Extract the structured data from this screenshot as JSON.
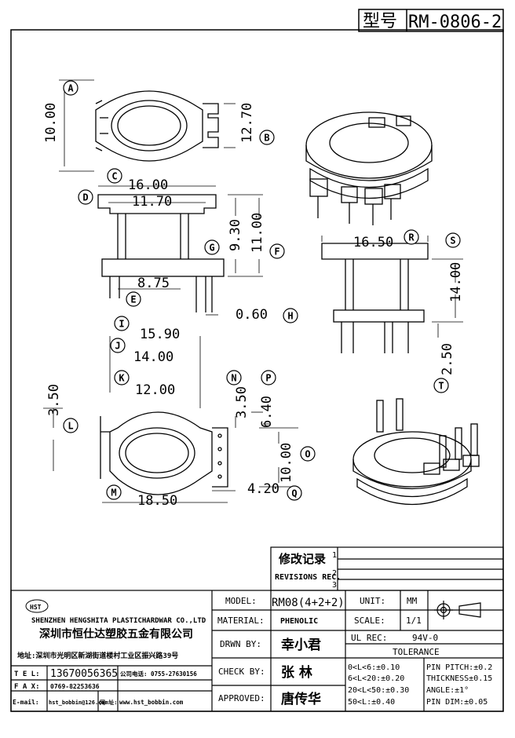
{
  "header": {
    "model_prefix": "型号",
    "model_code": "RM-0806-2"
  },
  "dimensions": {
    "d_10_00_a": "10.00",
    "d_12_70": "12.70",
    "d_16_00": "16.00",
    "d_11_70": "11.70",
    "d_9_30": "9.30",
    "d_11_00": "11.00",
    "d_8_75": "8.75",
    "d_0_60": "0.60",
    "d_16_50": "16.50",
    "d_14_00_v": "14.00",
    "d_2_50": "2.50",
    "d_15_90": "15.90",
    "d_14_00_h": "14.00",
    "d_12_00": "12.00",
    "d_3_50_l": "3.50",
    "d_3_50_n": "3.50",
    "d_6_40": "6.40",
    "d_10_00_o": "10.00",
    "d_18_50": "18.50",
    "d_4_20": "4.20"
  },
  "callouts": [
    "A",
    "B",
    "C",
    "D",
    "E",
    "F",
    "G",
    "H",
    "I",
    "J",
    "K",
    "L",
    "M",
    "N",
    "O",
    "P",
    "Q",
    "R",
    "S",
    "T"
  ],
  "revisions": {
    "title": "修改记录",
    "subtitle": "REVISIONS REC.",
    "marks": [
      "1",
      "2",
      "3"
    ]
  },
  "company": {
    "logo": "HST",
    "name_en": "SHENZHEN HENGSHITA PLASTICHARDWAR CO.,LTD",
    "name_cn": "深圳市恒仕达塑胶五金有限公司",
    "address": "地址:深圳市光明区新湖街道楼村工业区振兴路39号",
    "tel_label": "T E L:",
    "tel": "13670056365",
    "office_label": "公司电话: 0755-27630156",
    "fax_label": "F A X:",
    "fax": "0769-82253636",
    "email_label": "E-mail:",
    "email": "hst_bobbin@126.com",
    "web_label": "网 址:",
    "web": "www.hst_bobbin.com"
  },
  "fields": {
    "model_label": "MODEL:",
    "model_value": "RM08(4+2+2)",
    "material_label": "MATERIAL:",
    "material_value": "PHENOLIC",
    "drawn_label": "DRWN BY:",
    "drawn_value": "幸小君",
    "check_label": "CHECK BY:",
    "check_value": "张  林",
    "approved_label": "APPROVED:",
    "approved_value": "唐传华",
    "unit_label": "UNIT:",
    "unit_value": "MM",
    "scale_label": "SCALE:",
    "scale_value": "1/1",
    "ul_label": "UL REC:",
    "ul_value": "94V-0",
    "tolerance_label": "TOLERANCE"
  },
  "tolerances": {
    "left": [
      "0<L<6:±0.10",
      "6<L<20:±0.20",
      "20<L<50:±0.30",
      "50<L:±0.40"
    ],
    "right": [
      "PIN PITCH:±0.2",
      "THICKNESS±0.15",
      "ANGLE:±1°",
      "PIN DIM:±0.05"
    ]
  }
}
